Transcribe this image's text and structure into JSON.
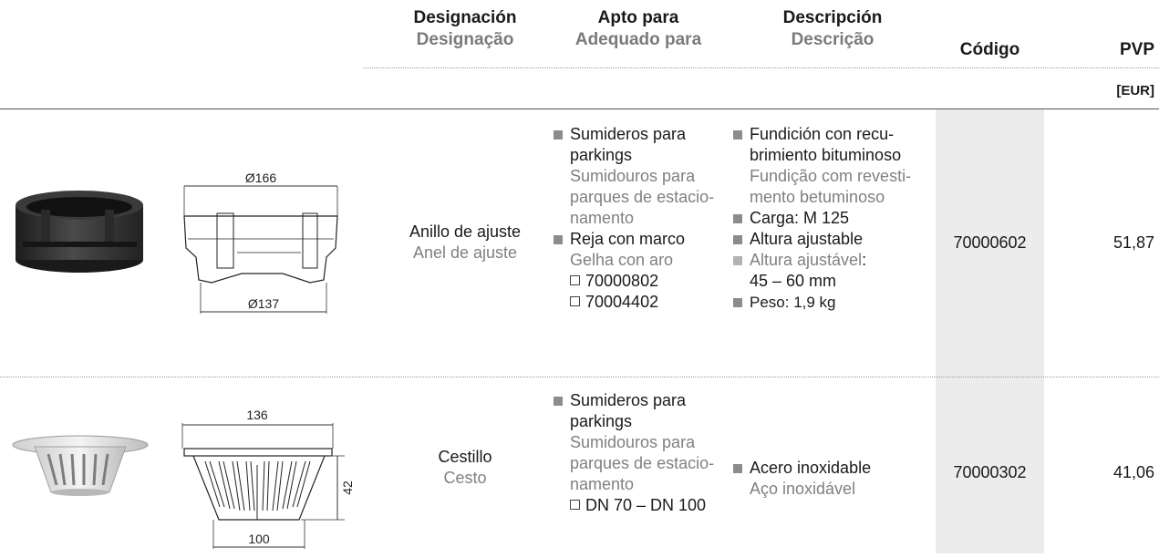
{
  "header": {
    "designacion_es": "Designación",
    "designacion_pt": "Designação",
    "apto_es": "Apto para",
    "apto_pt": "Adequado para",
    "descripcion_es": "Descripción",
    "descripcion_pt": "Descrição",
    "codigo": "Código",
    "pvp": "PVP",
    "currency": "[EUR]"
  },
  "rows": [
    {
      "drawing": {
        "top_dim": "Ø166",
        "bottom_dim": "Ø137"
      },
      "name_es": "Anillo de ajuste",
      "name_pt": "Anel de ajuste",
      "apto": {
        "b1_l1": "Sumideros para",
        "b1_l2": "parkings",
        "b1_pt1": "Sumidouros para",
        "b1_pt2": "parques de estacio-",
        "b1_pt3": "namento",
        "b2": "Reja con marco",
        "b2_pt": "Gelha con aro",
        "code1": "70000802",
        "code2": "70004402"
      },
      "desc": {
        "d1_l1": "Fundición con recu-",
        "d1_l2": "brimiento bituminoso",
        "d1_pt1": "Fundição com revesti-",
        "d1_pt2": "mento betuminoso",
        "d2": "Carga: M 125",
        "d3": "Altura ajustable",
        "d4": "Altura ajustável",
        "d4_suffix": ":",
        "d4_l2": "45 – 60 mm",
        "d5": "Peso: 1,9 kg"
      },
      "codigo": "70000602",
      "pvp": "51,87"
    },
    {
      "drawing": {
        "top_dim": "136",
        "side_dim": "42",
        "bottom_dim": "100"
      },
      "name_es": "Cestillo",
      "name_pt": "Cesto",
      "apto": {
        "b1_l1": "Sumideros para",
        "b1_l2": "parkings",
        "b1_pt1": "Sumidouros para",
        "b1_pt2": "parques de estacio-",
        "b1_pt3": "namento",
        "code1": "DN 70 – DN 100"
      },
      "desc": {
        "d1": "Acero inoxidable",
        "d1_pt": "Aço inoxidável"
      },
      "codigo": "70000302",
      "pvp": "41,06"
    }
  ]
}
